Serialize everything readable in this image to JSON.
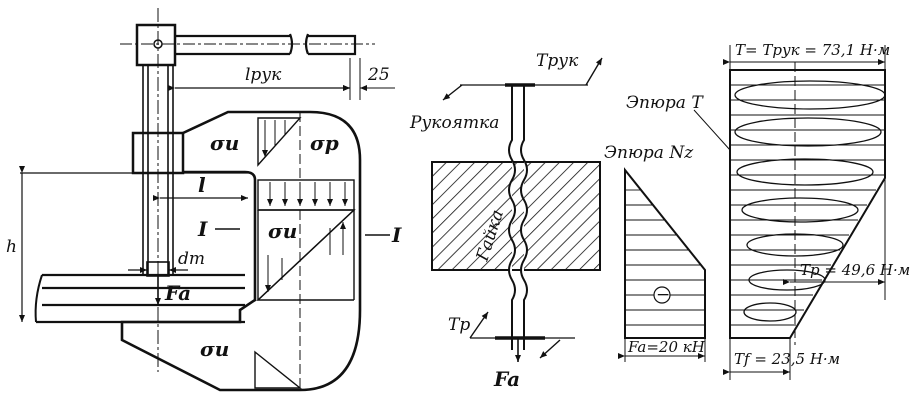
{
  "left_view": {
    "l_ruk": "lрук",
    "dim_25": "25",
    "h": "h",
    "l": "l",
    "section_left": "I",
    "section_right": "I",
    "sigma_u_1": "σи",
    "sigma_u_2": "σи",
    "sigma_u_3": "σи",
    "sigma_p": "σр",
    "d_t": "dт",
    "f_a": "Fa"
  },
  "middle_view": {
    "t_ruk": "Трук",
    "handle": "Рукоятка",
    "nut": "Гайка",
    "t_p": "Тр",
    "f_a": "Fa"
  },
  "right_view": {
    "epure_t": "Эпюра Т",
    "epure_n": "Эпюра Nz",
    "t_top": "Т= Трук = 73,1 Н·м",
    "t_p_value": "Тр = 49,6 Н·м",
    "minus_sign": "−",
    "f_a_value": "Fa=20 кН",
    "t_f_value": "Тf = 23,5 Н·м"
  }
}
